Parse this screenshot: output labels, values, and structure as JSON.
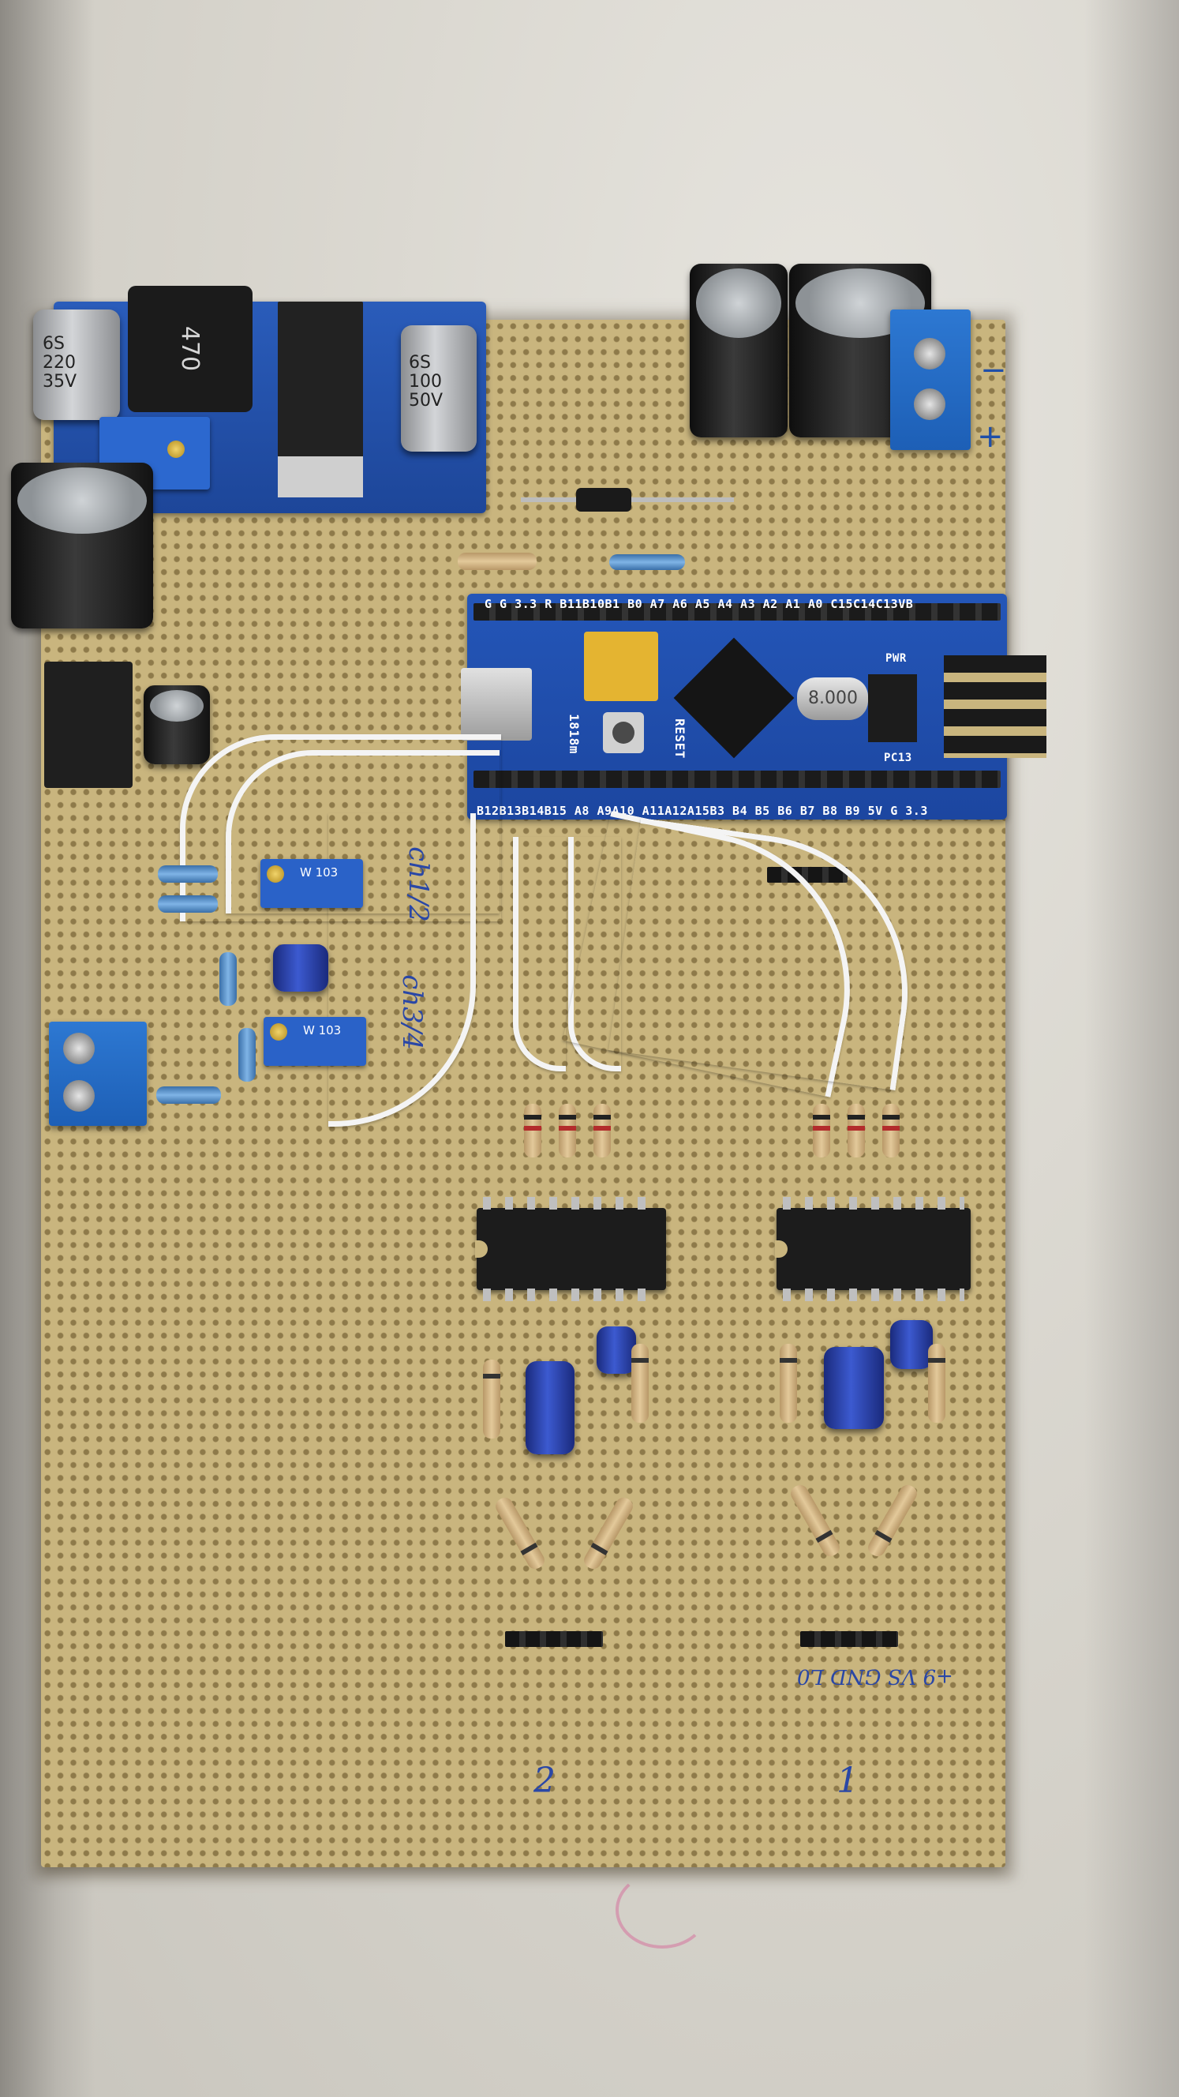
{
  "scene": {
    "description_kind": "photo",
    "board": "perfboard",
    "colors": {
      "pcb": "#c9b57e",
      "module_blue": "#1f4fa8",
      "wire": "#f4f4f4",
      "ink": "#2a47a6"
    }
  },
  "mcu_module": {
    "top_pin_labels": "G  G 3.3 R B11B10B1  B0 A7 A6 A5 A4 A3 A2 A1 A0 C15C14C13VB",
    "bottom_pin_labels": "B12B13B14B15 A8 A9A10 A11A12A15B3 B4  B5  B6 B7 B8 B9  5V G  3.3",
    "reset_label": "RESET",
    "pwr_label": "PWR",
    "pc13_label": "PC13",
    "crystal_label": "8.000",
    "side_label": "1818m"
  },
  "buck_module": {
    "inductor_label": "470",
    "cap_left_label": "6S\n220\n35V",
    "cap_right_label": "6S\n100\n50V"
  },
  "trimpot_labels": {
    "upper": "W 103",
    "lower": "W 103"
  },
  "handwritten": {
    "left_note_1": "ch1/2",
    "left_note_2": "ch3/4",
    "ch_number_left": "2",
    "ch_number_right": "1",
    "pin_note": "+9 VS GND L0"
  },
  "capacitor_top_right": {
    "minus": "−",
    "plus": "+"
  }
}
